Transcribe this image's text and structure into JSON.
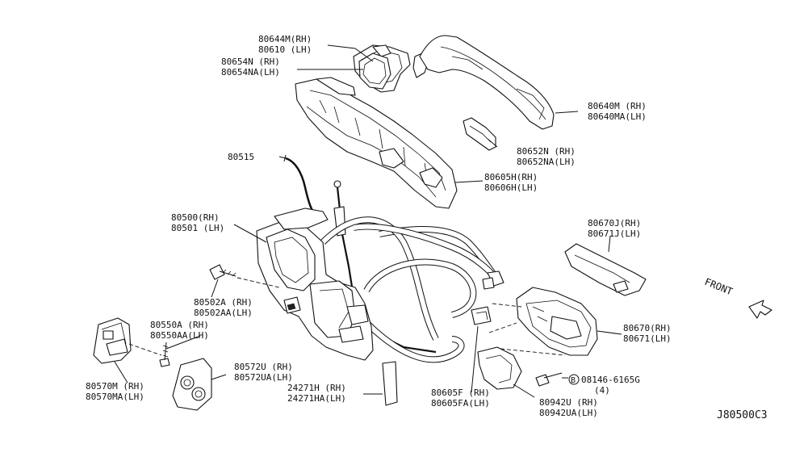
{
  "diagram": {
    "callouts": [
      {
        "rh": "80644M(RH)",
        "lh": "80610  (LH)"
      },
      {
        "rh": "80654N (RH)",
        "lh": "80654NA(LH)"
      },
      {
        "rh": "80640M (RH)",
        "lh": "80640MA(LH)"
      },
      {
        "rh": "80652N (RH)",
        "lh": "80652NA(LH)"
      },
      {
        "rh": "80515",
        "lh": ""
      },
      {
        "rh": "80605H(RH)",
        "lh": "80606H(LH)"
      },
      {
        "rh": "80500(RH)",
        "lh": "80501 (LH)"
      },
      {
        "rh": "80670J(RH)",
        "lh": "80671J(LH)"
      },
      {
        "rh": "80502A (RH)",
        "lh": "80502AA(LH)"
      },
      {
        "rh": "80550A (RH)",
        "lh": "80550AA(LH)"
      },
      {
        "rh": "80670(RH)",
        "lh": "80671(LH)"
      },
      {
        "rh": "80572U (RH)",
        "lh": "80572UA(LH)"
      },
      {
        "rh": "80570M (RH)",
        "lh": "80570MA(LH)"
      },
      {
        "rh": "24271H (RH)",
        "lh": "24271HA(LH)"
      },
      {
        "rh": "80605F (RH)",
        "lh": "80605FA(LH)"
      },
      {
        "rh": "08146-6165G",
        "lh": "(4)",
        "marker": "B"
      },
      {
        "rh": "80942U (RH)",
        "lh": "80942UA(LH)"
      }
    ],
    "front_label": "FRONT",
    "diagram_id": "J80500C3"
  }
}
